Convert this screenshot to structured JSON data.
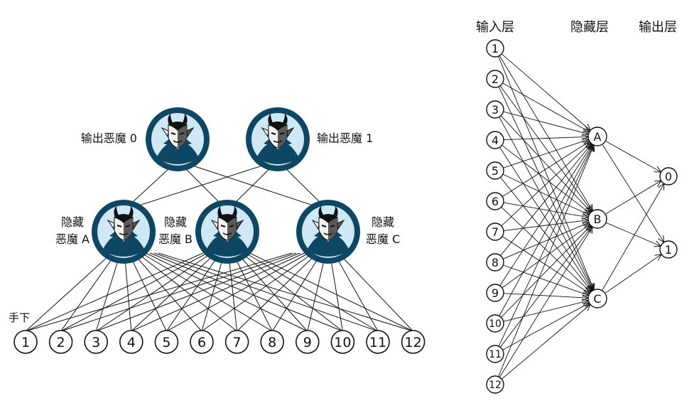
{
  "left_network": {
    "output_demons": [
      {
        "label": "输出恶魔 0"
      },
      {
        "label": "输出恶魔 1"
      }
    ],
    "hidden_demons": [
      {
        "label_line1": "隐藏",
        "label_line2": "恶魔 A"
      },
      {
        "label_line1": "隐藏",
        "label_line2": "恶魔 B"
      },
      {
        "label_line1": "隐藏",
        "label_line2": "恶魔 C"
      }
    ],
    "minions_label": "手下",
    "minions": [
      "1",
      "2",
      "3",
      "4",
      "5",
      "6",
      "7",
      "8",
      "9",
      "10",
      "11",
      "12"
    ]
  },
  "right_network": {
    "headers": {
      "input": "输入层",
      "hidden": "隐藏层",
      "output": "输出层"
    },
    "input_nodes": [
      "1",
      "2",
      "3",
      "4",
      "5",
      "6",
      "7",
      "8",
      "9",
      "10",
      "11",
      "12"
    ],
    "hidden_nodes": [
      "A",
      "B",
      "C"
    ],
    "output_nodes": [
      "0",
      "1"
    ]
  },
  "colors": {
    "demon_ring": "#0e4763",
    "demon_fill": "#cfe8f6",
    "line": "#111111",
    "node_stroke": "#111111"
  }
}
